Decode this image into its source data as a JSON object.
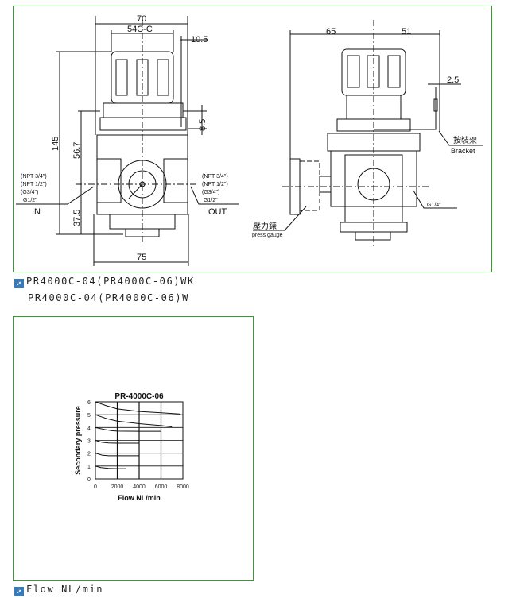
{
  "drawing": {
    "front": {
      "dim_width": "70",
      "dim_cc": "54C-C",
      "dim_offset": "10.5",
      "dim_height": "145",
      "dim_upper": "56.7",
      "dim_lower": "37.5",
      "dim_gap": "8.5",
      "dim_base": "75",
      "in_ports": [
        "(NPT 3/4\")",
        "(NPT 1/2\")",
        "(G3/4\")",
        "G1/2\""
      ],
      "in_label": "IN",
      "out_ports": [
        "(NPT 3/4\")",
        "(NPT 1/2\")",
        "(G3/4\")",
        "G1/2\""
      ],
      "out_label": "OUT"
    },
    "side": {
      "dim_left": "65",
      "dim_right": "51",
      "dim_bracket": "2.5",
      "bracket_cn": "按裝架",
      "bracket_en": "Bracket",
      "port": "G1/4\"",
      "gauge_cn": "壓力錶",
      "gauge_en": "press gauge"
    }
  },
  "captions": {
    "model1": "PR4000C-04(PR4000C-06)WK",
    "model2": "PR4000C-04(PR4000C-06)W",
    "chart_caption": "Flow NL/min"
  },
  "chart_data": {
    "type": "line",
    "title": "PR-4000C-06",
    "xlabel": "Flow NL/min",
    "ylabel": "Secondary pressure",
    "xlim": [
      0,
      8000
    ],
    "ylim": [
      0,
      6
    ],
    "xticks": [
      "0",
      "2000",
      "4000",
      "6000",
      "8000"
    ],
    "yticks": [
      "0",
      "1",
      "2",
      "3",
      "4",
      "5",
      "6"
    ],
    "grid": true,
    "series": [
      {
        "name": "6",
        "x": [
          0,
          1000,
          2000,
          4000,
          6000,
          7800
        ],
        "y": [
          6,
          5.7,
          5.45,
          5.25,
          5.15,
          5.05
        ]
      },
      {
        "name": "5",
        "x": [
          0,
          1000,
          2000,
          4000,
          6000,
          7000
        ],
        "y": [
          5,
          4.7,
          4.5,
          4.3,
          4.15,
          4.05
        ]
      },
      {
        "name": "4",
        "x": [
          0,
          800,
          1500,
          2000,
          4000,
          6000
        ],
        "y": [
          4,
          3.85,
          3.75,
          3.72,
          3.7,
          3.7
        ]
      },
      {
        "name": "3",
        "x": [
          0,
          600,
          1200,
          2000,
          4000
        ],
        "y": [
          3,
          2.85,
          2.8,
          2.78,
          2.78
        ]
      },
      {
        "name": "2",
        "x": [
          0,
          600,
          1200,
          2000,
          4000
        ],
        "y": [
          2,
          1.85,
          1.8,
          1.8,
          1.8
        ]
      },
      {
        "name": "1",
        "x": [
          0,
          500,
          1200,
          2000,
          2800
        ],
        "y": [
          1,
          0.88,
          0.82,
          0.8,
          0.8
        ]
      }
    ]
  }
}
